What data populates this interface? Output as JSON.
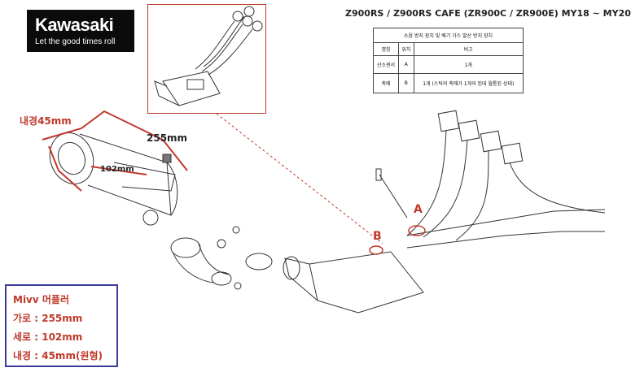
{
  "logo": {
    "brand": "Kawasaki",
    "tagline": "Let the good times roll"
  },
  "model_title": "Z900RS / Z900RS CAFE (ZR900C / ZR900E) MY18 ~ MY20",
  "spec_table": {
    "caption": "소음 방지 장치 및 배기 가스 발산 방지 장치",
    "headers": [
      "명칭",
      "위치",
      "비고"
    ],
    "rows": [
      [
        "산소센서",
        "A",
        "1개"
      ],
      [
        "촉매",
        "B",
        "1개 (스틱의 촉매가 1개의 된데 월통된 상태)"
      ]
    ]
  },
  "labels": {
    "inner_diameter": "내경45mm",
    "width": "255mm",
    "height": "102mm",
    "point_a": "A",
    "point_b": "B"
  },
  "spec_box": {
    "title": "Mivv 머플러",
    "width_line": "가로 : 255mm",
    "height_line": "세로 : 102mm",
    "diameter_line": "내경 : 45mm(원형)"
  },
  "colors": {
    "accent_red": "#c0392b",
    "box_border": "#3b3b9a",
    "logo_bg": "#0b0b0b"
  }
}
